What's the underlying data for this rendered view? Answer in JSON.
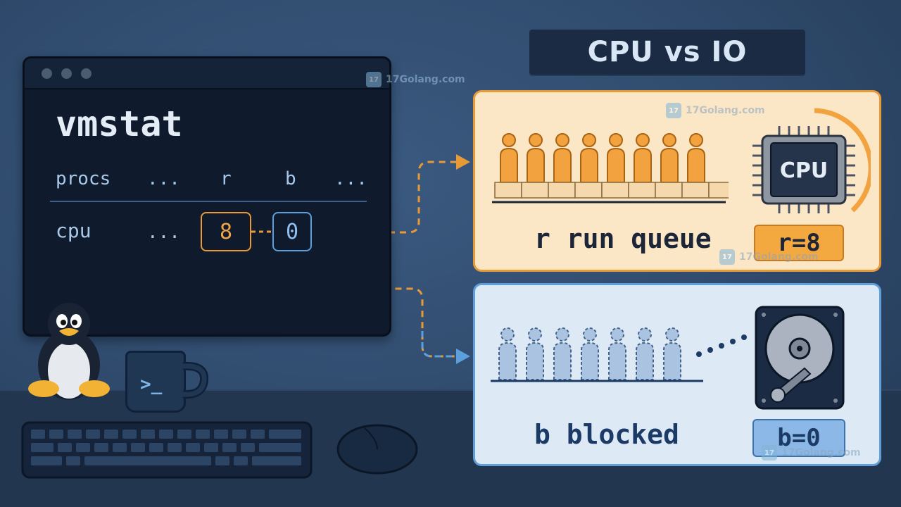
{
  "title": "CPU vs IO",
  "terminal": {
    "command": "vmstat",
    "header": {
      "procs": "procs",
      "ellipsis_1": "...",
      "r": "r",
      "b": "b",
      "ellipsis_2": "..."
    },
    "row": {
      "label": "cpu",
      "ellipsis": "...",
      "r_value": "8",
      "b_value": "0"
    },
    "prompt_glyph": ">_"
  },
  "cpu_panel": {
    "caption": "r run queue",
    "chip_label": "CPU",
    "badge": "r=8",
    "queued_processes": 8
  },
  "io_panel": {
    "caption": "b blocked",
    "badge": "b=0",
    "ghost_processes": 7
  },
  "watermark": {
    "logo": "17",
    "text": "17Golang.com"
  },
  "colors": {
    "cpu_accent": "#e89a36",
    "io_accent": "#5b9fdd",
    "background": "#2f4a6c"
  }
}
